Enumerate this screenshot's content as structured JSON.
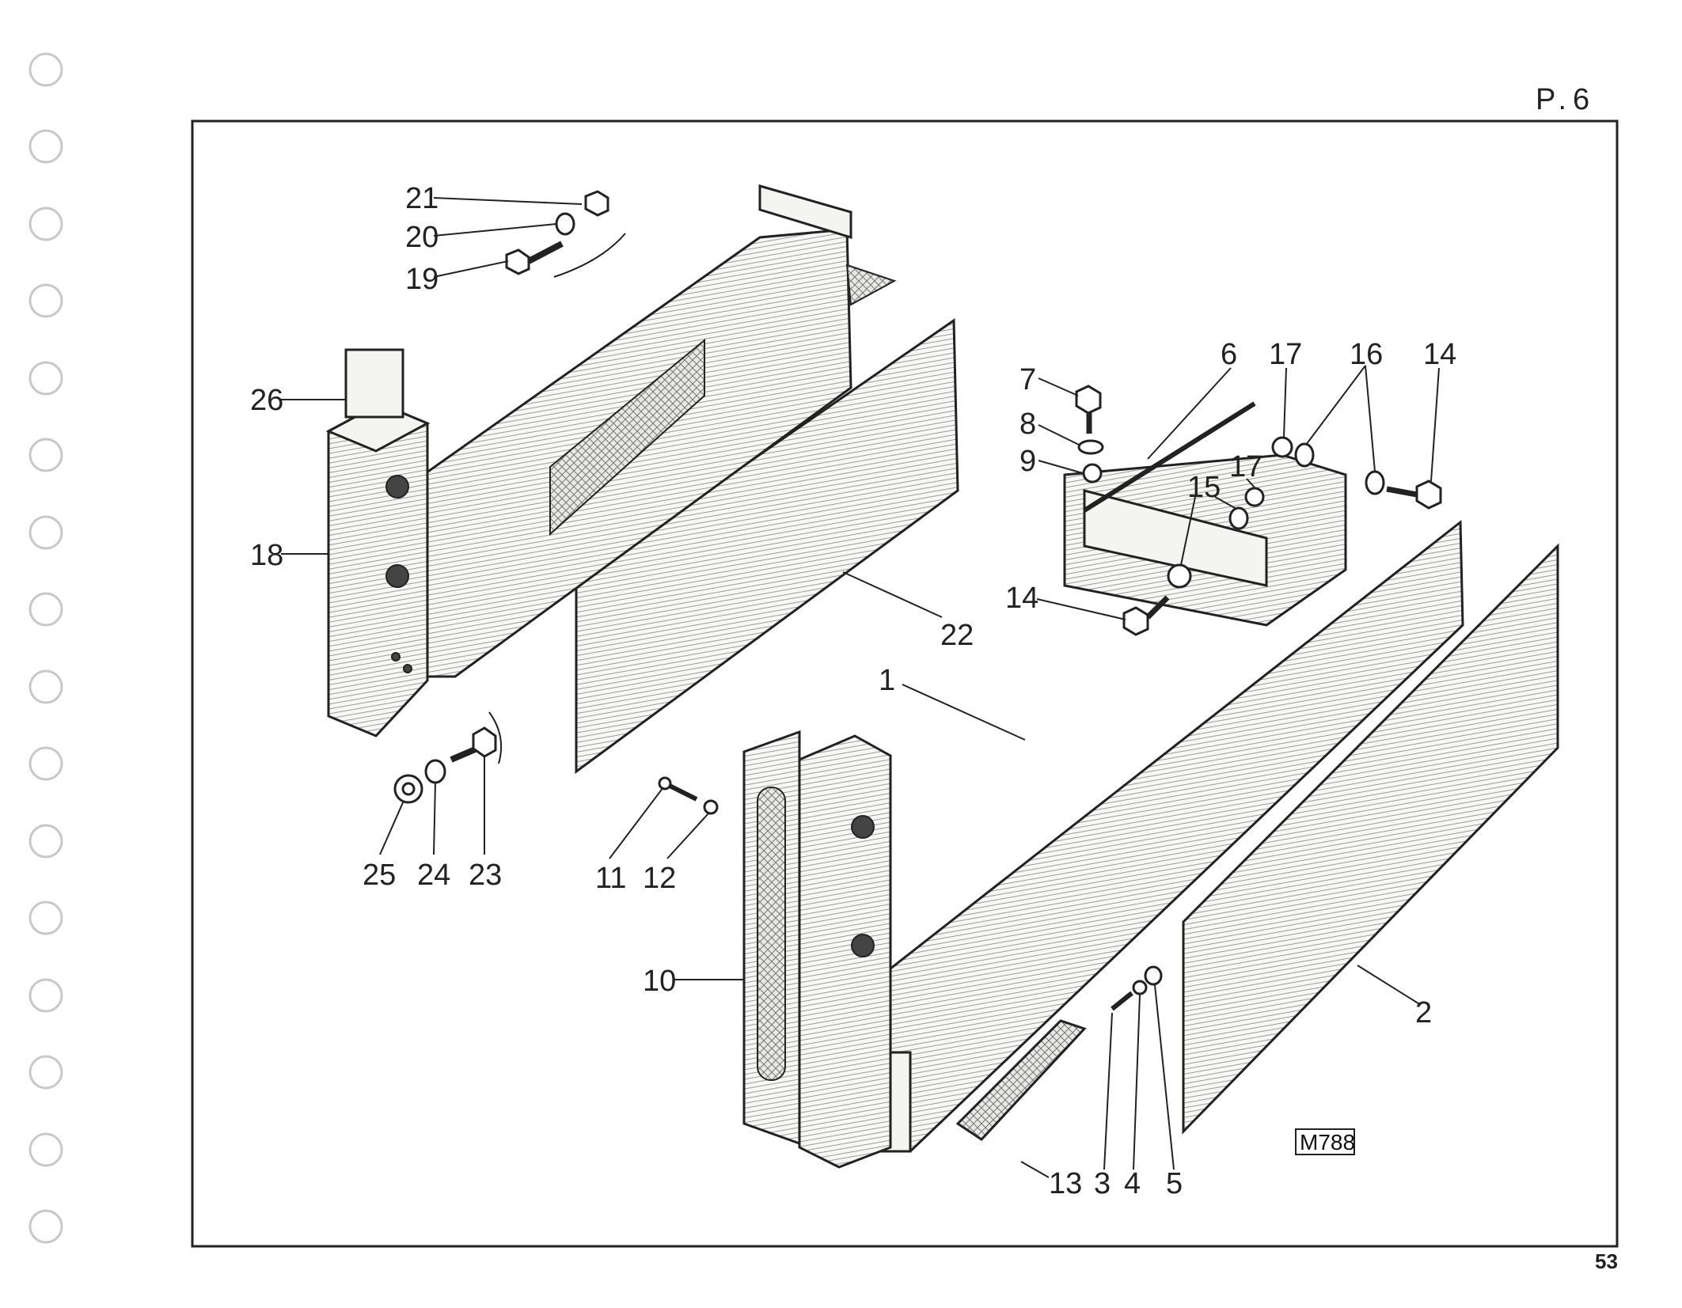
{
  "header": {
    "page_label": "P.6"
  },
  "footer": {
    "page_number": "53"
  },
  "drawing": {
    "reference_code": "M788"
  },
  "callouts": [
    "21",
    "20",
    "19",
    "26",
    "18",
    "22",
    "25",
    "24",
    "23",
    "11",
    "12",
    "10",
    "1",
    "7",
    "8",
    "9",
    "6",
    "17",
    "16",
    "14",
    "17",
    "15",
    "14",
    "2",
    "13",
    "3",
    "4",
    "5"
  ]
}
